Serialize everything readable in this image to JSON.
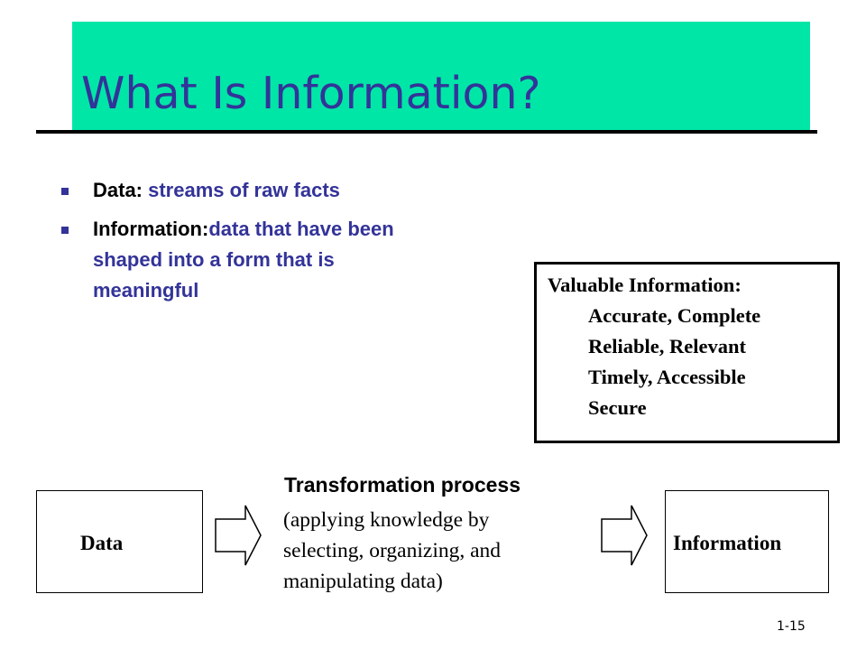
{
  "slide": {
    "title": "What Is Information?",
    "bullets": [
      {
        "term": "Data: ",
        "definition": "streams of raw facts"
      },
      {
        "term": "Information:",
        "definition": "data that have been shaped into a form that is meaningful"
      }
    ],
    "valuable_box": {
      "heading": "Valuable Information:",
      "items": [
        "Accurate, Complete",
        "Reliable, Relevant",
        "Timely, Accessible",
        "Secure"
      ]
    },
    "flow": {
      "input_label": "Data",
      "process_title": "Transformation process",
      "process_lines": [
        "(applying knowledge by",
        "selecting, organizing, and",
        "manipulating data)"
      ],
      "output_label": "Information"
    },
    "slide_number": "1-15"
  },
  "colors": {
    "title_band": "#00e6a7",
    "title_text": "#333399",
    "accent_text": "#333399",
    "bullet": "#333399"
  }
}
